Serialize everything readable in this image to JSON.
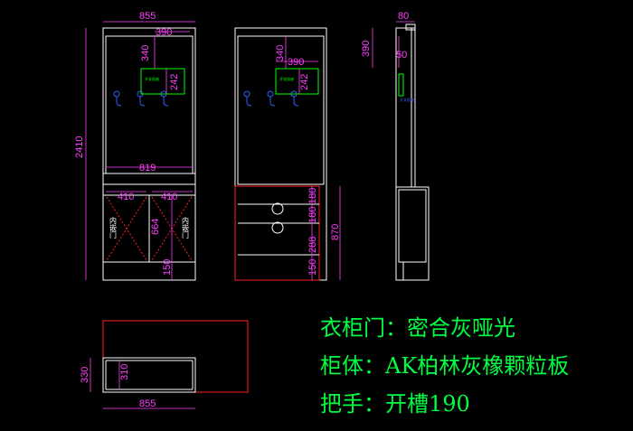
{
  "front_view": {
    "dims": {
      "width_top": "855",
      "inner_top": "390",
      "box_depth": "340",
      "box_height": "242",
      "total_height": "2410",
      "inner_width": "819",
      "door_left": "410",
      "door_right": "410",
      "door_height": "664",
      "plinth": "150"
    },
    "box_label": "开关插座",
    "door_labels": [
      "内嵌门",
      "内嵌门"
    ]
  },
  "side_view": {
    "dims": {
      "inner_top": "390",
      "box_depth": "340",
      "box_height": "242",
      "drawer_1": "180",
      "drawer_2": "180",
      "drawer_3": "288",
      "plinth": "150",
      "lower_height": "870"
    },
    "box_label": "开关插座"
  },
  "profile_view": {
    "dims": {
      "depth_top": "80",
      "height_top": "390",
      "inner": "50"
    },
    "box_label": "开关插座"
  },
  "plan_view": {
    "dims": {
      "width": "855",
      "depth_outer": "330",
      "depth_inner": "310"
    }
  },
  "notes": [
    "衣柜门：密合灰哑光",
    "柜体：AK柏林灰橡颗粒板",
    "把手：开槽190"
  ],
  "colors": {
    "background": "#000000",
    "line_white": "#ffffff",
    "dimension": "#ff40ff",
    "red": "#ff2020",
    "green": "#00ff00",
    "blue": "#3060ff",
    "note_text": "#00ff40"
  }
}
